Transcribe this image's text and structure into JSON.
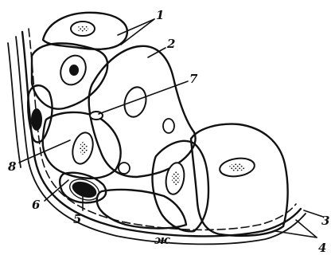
{
  "figure": {
    "panel_letter": "ж",
    "labels": {
      "l1": "1",
      "l2": "2",
      "l3": "3",
      "l4": "4",
      "l5": "5",
      "l6": "6",
      "l7": "7",
      "l8": "8"
    }
  }
}
